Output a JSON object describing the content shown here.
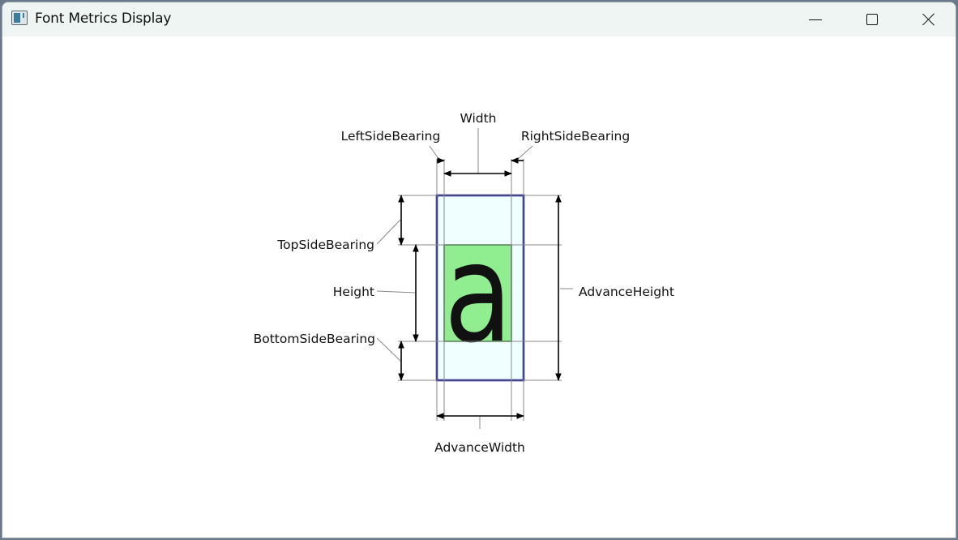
{
  "window": {
    "title": "Font Metrics Display"
  },
  "diagram": {
    "glyph": "a",
    "labels": {
      "width": "Width",
      "left_side_bearing": "LeftSideBearing",
      "right_side_bearing": "RightSideBearing",
      "top_side_bearing": "TopSideBearing",
      "height": "Height",
      "bottom_side_bearing": "BottomSideBearing",
      "advance_height": "AdvanceHeight",
      "advance_width": "AdvanceWidth"
    },
    "colors": {
      "advance_box_stroke": "#00008b",
      "advance_box_fill": "#f0ffff",
      "glyph_box_stroke": "#006400",
      "glyph_box_fill": "#90ee90",
      "guide_lines": "#888888",
      "arrows": "#000000"
    }
  }
}
